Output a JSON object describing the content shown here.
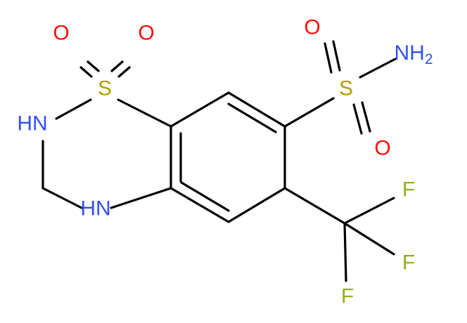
{
  "molecule": {
    "colors": {
      "bond": "#000000",
      "S": "#b2a000",
      "O": "#ff0d0d",
      "N": "#3050f8",
      "F": "#90b020"
    },
    "atoms": {
      "O1": "O",
      "O2": "O",
      "S1": "S",
      "N2": "HN",
      "N4": "HN",
      "S7": "S",
      "O3": "O",
      "O4": "O",
      "N7": "NH",
      "N7_sub": "2",
      "F1": "F",
      "F2": "F",
      "F3": "F"
    }
  }
}
